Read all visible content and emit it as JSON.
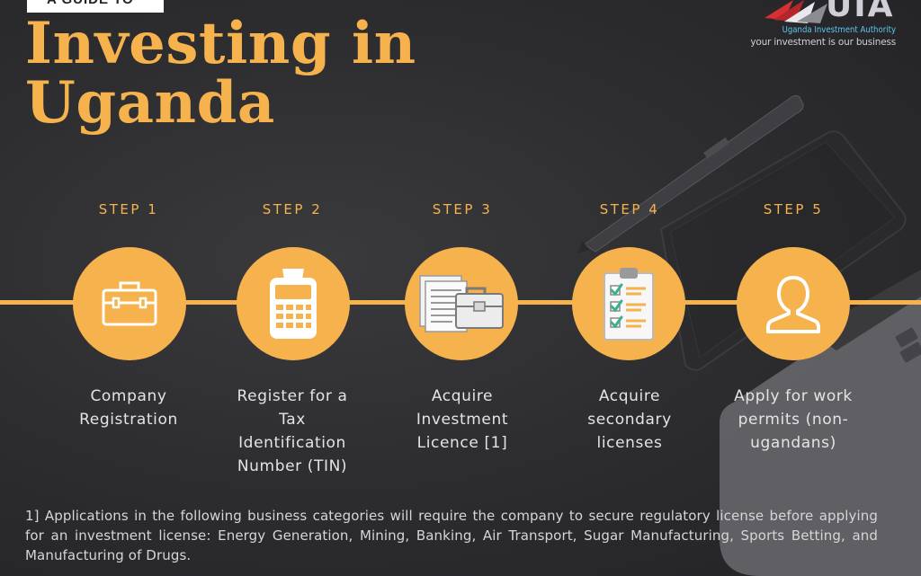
{
  "header": {
    "tag_text": "A GUIDE TO",
    "title_line1": "Investing in",
    "title_line2": "Uganda"
  },
  "logo": {
    "acronym": "UIA",
    "organization": "Uganda Investment Authority",
    "motto": "your investment is our business"
  },
  "steps": [
    {
      "label": "STEP 1",
      "icon": "briefcase-icon",
      "text_lines": [
        "Company",
        "Registration"
      ]
    },
    {
      "label": "STEP 2",
      "icon": "cash-register-icon",
      "text_lines": [
        "Register for a",
        "Tax",
        "Identification",
        "Number (TIN)"
      ]
    },
    {
      "label": "STEP 3",
      "icon": "documents-briefcase-icon",
      "text_lines": [
        "Acquire",
        "Investment",
        "Licence [1]"
      ]
    },
    {
      "label": "STEP 4",
      "icon": "checklist-clipboard-icon",
      "text_lines": [
        "Acquire",
        "secondary",
        "licenses"
      ]
    },
    {
      "label": "STEP 5",
      "icon": "user-icon",
      "text_lines": [
        "Apply for work",
        "permits (non-",
        "ugandans)"
      ]
    }
  ],
  "footnote": "1] Applications in the following business categories will require the company to secure regulatory license before applying for an investment license: Energy Generation, Mining, Banking, Air Transport, Sugar Manufacturing, Sports Betting, and Manufacturing of Drugs.",
  "colors": {
    "accent": "#f6b24d",
    "background": "#2c2c2f",
    "text": "#e4e4e6",
    "logo_blue": "#5fc6f0",
    "logo_red": "#d62f35"
  }
}
